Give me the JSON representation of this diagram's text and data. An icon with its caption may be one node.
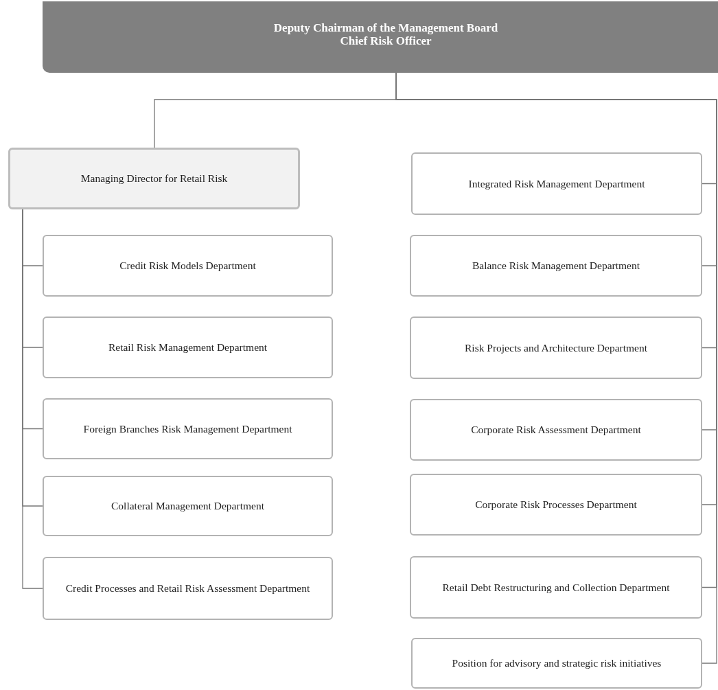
{
  "diagram": {
    "nodes": [
      {
        "text": [
          "Deputy Chairman of the Management Board",
          "Chief Risk Officer"
        ]
      },
      {
        "text": [
          "Managing Director for Retail Risk"
        ]
      },
      {
        "text": [
          "Credit Risk Models Department"
        ]
      },
      {
        "text": [
          "Retail Risk Management Department"
        ]
      },
      {
        "text": [
          "Foreign Branches Risk Management Department"
        ]
      },
      {
        "text": [
          "Collateral Management Department"
        ]
      },
      {
        "text": [
          "Credit Processes and Retail Risk Assessment Department"
        ]
      },
      {
        "text": [
          "Integrated Risk Management Department"
        ]
      },
      {
        "text": [
          "Balance Risk Management Department"
        ]
      },
      {
        "text": [
          "Risk Projects and Architecture Department"
        ]
      },
      {
        "text": [
          "Corporate Risk Assessment Department"
        ]
      },
      {
        "text": [
          "Corporate Risk Processes Department"
        ]
      },
      {
        "text": [
          "Retail Debt Restructuring and Collection Department"
        ]
      },
      {
        "text": [
          "Position for advisory and strategic risk initiatives"
        ]
      }
    ],
    "edges": [
      {
        "from": 0,
        "to": 1,
        "arrow": "none"
      },
      {
        "from": 1,
        "to": 2,
        "arrow": "none"
      },
      {
        "from": 1,
        "to": 3,
        "arrow": "none"
      },
      {
        "from": 1,
        "to": 4,
        "arrow": "none"
      },
      {
        "from": 1,
        "to": 5,
        "arrow": "none"
      },
      {
        "from": 1,
        "to": 6,
        "arrow": "none"
      },
      {
        "from": 0,
        "to": 7,
        "arrow": "none"
      },
      {
        "from": 0,
        "to": 8,
        "arrow": "none"
      },
      {
        "from": 0,
        "to": 9,
        "arrow": "none"
      },
      {
        "from": 0,
        "to": 10,
        "arrow": "none"
      },
      {
        "from": 0,
        "to": 11,
        "arrow": "none"
      },
      {
        "from": 0,
        "to": 12,
        "arrow": "none"
      },
      {
        "from": 0,
        "to": 13,
        "arrow": "none"
      }
    ]
  }
}
